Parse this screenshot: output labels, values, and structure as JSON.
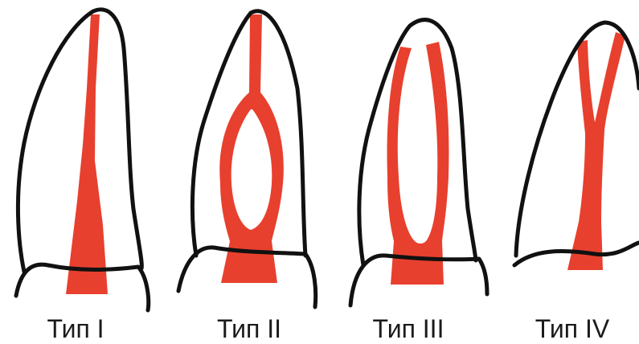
{
  "diagram": {
    "canal_color": "#e8402e",
    "outline_color": "#111111",
    "types": [
      {
        "label": "Тип I"
      },
      {
        "label": "Тип II"
      },
      {
        "label": "Тип III"
      },
      {
        "label": "Тип IV"
      }
    ]
  }
}
